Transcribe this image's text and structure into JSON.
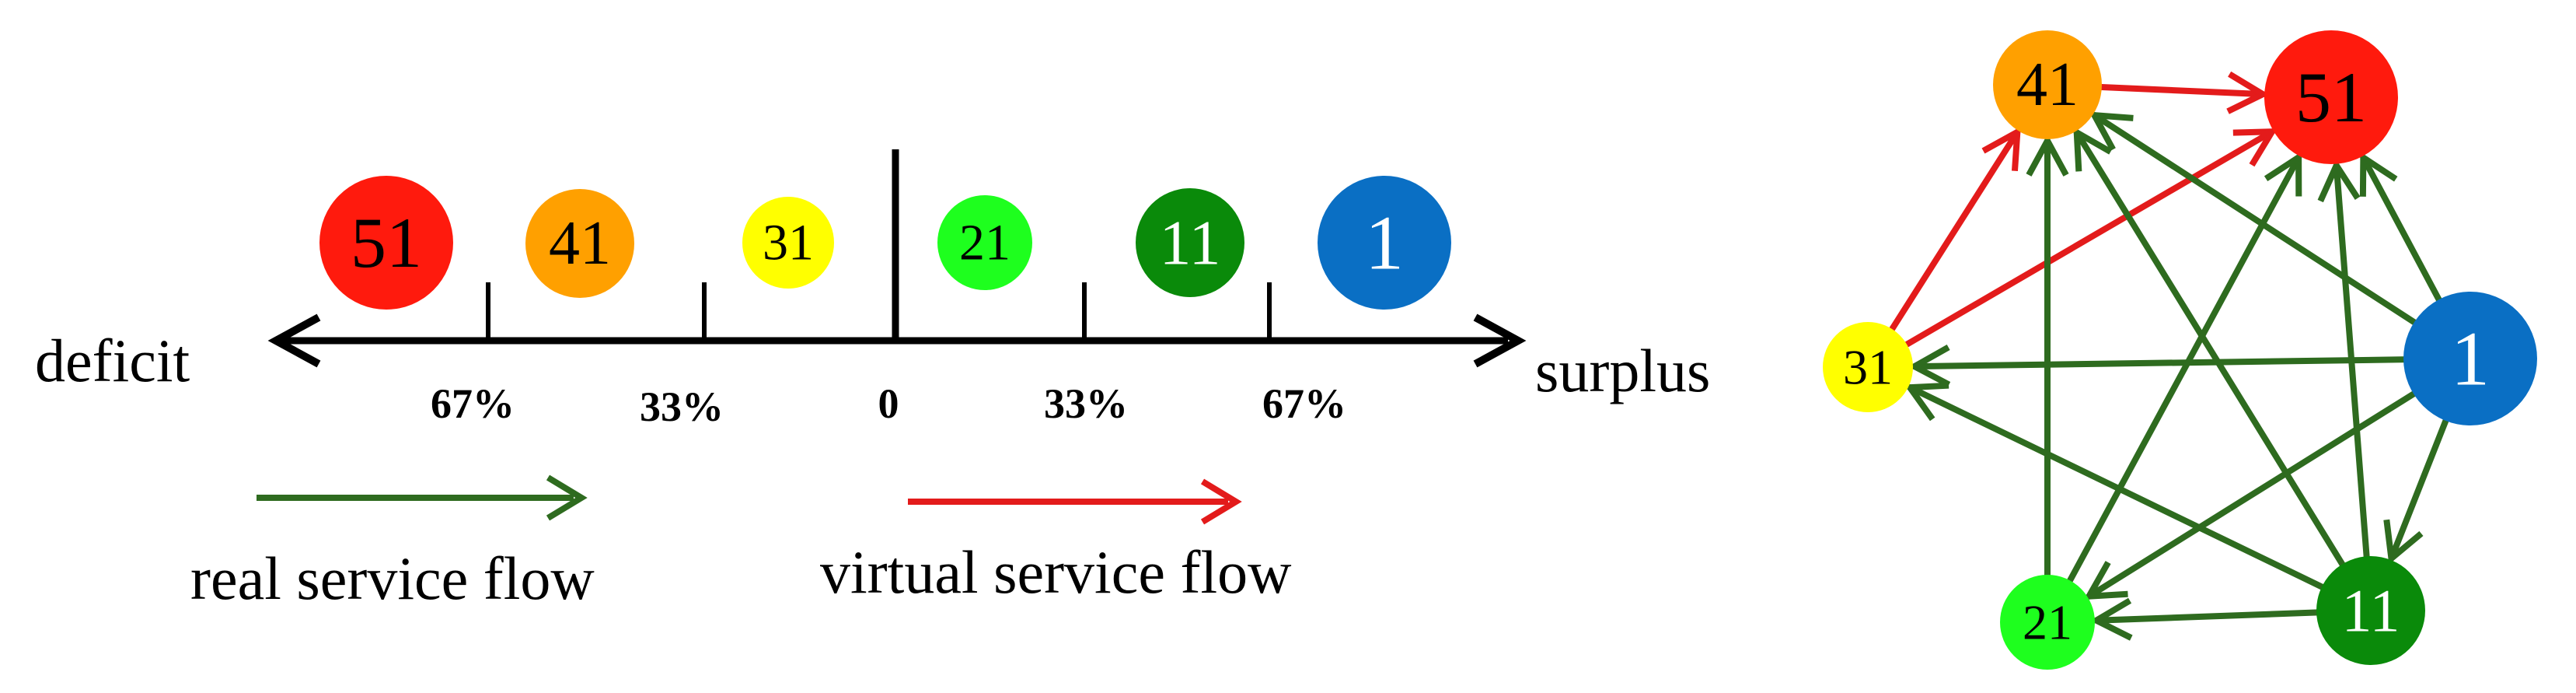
{
  "scale": {
    "left_label": "deficit",
    "right_label": "surplus",
    "ticks": [
      "67%",
      "33%",
      "0",
      "33%",
      "67%"
    ]
  },
  "legend": {
    "real": {
      "label": "real service flow",
      "color": "#2e6b1f"
    },
    "virtual": {
      "label": "virtual service flow",
      "color": "#e31b1b"
    }
  },
  "nodes": [
    {
      "id": "51",
      "label": "51",
      "color": "#ff1a0d",
      "text_color": "#000000"
    },
    {
      "id": "41",
      "label": "41",
      "color": "#ffa000",
      "text_color": "#000000"
    },
    {
      "id": "31",
      "label": "31",
      "color": "#ffff00",
      "text_color": "#000000"
    },
    {
      "id": "21",
      "label": "21",
      "color": "#1eff1e",
      "text_color": "#000000"
    },
    {
      "id": "11",
      "label": "11",
      "color": "#0a8a0a",
      "text_color": "#ffffff"
    },
    {
      "id": "1",
      "label": "1",
      "color": "#0a6fc4",
      "text_color": "#ffffff"
    }
  ],
  "edges": [
    {
      "from": "41",
      "to": "51",
      "type": "virtual"
    },
    {
      "from": "31",
      "to": "41",
      "type": "virtual"
    },
    {
      "from": "31",
      "to": "51",
      "type": "virtual"
    },
    {
      "from": "1",
      "to": "51",
      "type": "real"
    },
    {
      "from": "1",
      "to": "41",
      "type": "real"
    },
    {
      "from": "1",
      "to": "31",
      "type": "real"
    },
    {
      "from": "1",
      "to": "21",
      "type": "real"
    },
    {
      "from": "1",
      "to": "11",
      "type": "real"
    },
    {
      "from": "11",
      "to": "51",
      "type": "real"
    },
    {
      "from": "11",
      "to": "41",
      "type": "real"
    },
    {
      "from": "11",
      "to": "31",
      "type": "real"
    },
    {
      "from": "11",
      "to": "21",
      "type": "real"
    },
    {
      "from": "21",
      "to": "51",
      "type": "real"
    },
    {
      "from": "21",
      "to": "41",
      "type": "real"
    }
  ]
}
